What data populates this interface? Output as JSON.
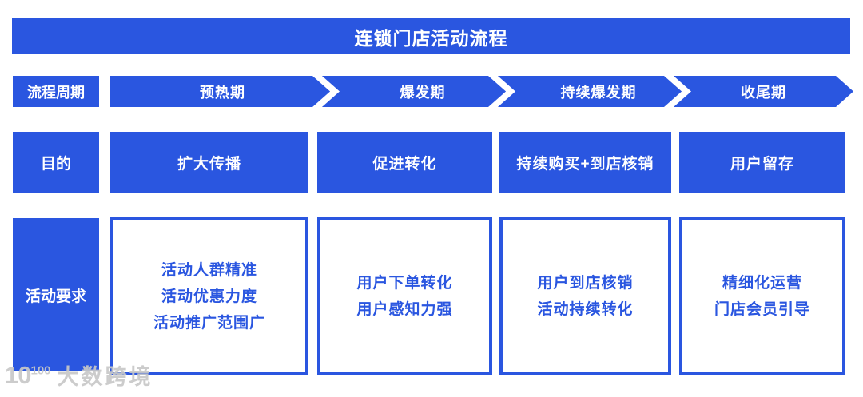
{
  "title": "连锁门店活动流程",
  "colors": {
    "primary": "#2A56E0",
    "on_primary": "#ffffff",
    "background": "#ffffff",
    "watermark": "#c8c8c8"
  },
  "phase_row": {
    "label": "流程周期",
    "phases": [
      "预热期",
      "爆发期",
      "持续爆发期",
      "收尾期"
    ]
  },
  "purpose_row": {
    "label": "目的",
    "items": [
      "扩大传播",
      "促进转化",
      "持续购买+到店核销",
      "用户留存"
    ]
  },
  "requirement_row": {
    "label": "活动要求",
    "items": [
      [
        "活动人群精准",
        "活动优惠力度",
        "活动推广范围广"
      ],
      [
        "用户下单转化",
        "用户感知力强"
      ],
      [
        "用户到店核销",
        "活动持续转化"
      ],
      [
        "精细化运营",
        "门店会员引导"
      ]
    ]
  },
  "watermark": {
    "logo_main": "10",
    "logo_sup": "100",
    "brand": "大数跨境"
  }
}
